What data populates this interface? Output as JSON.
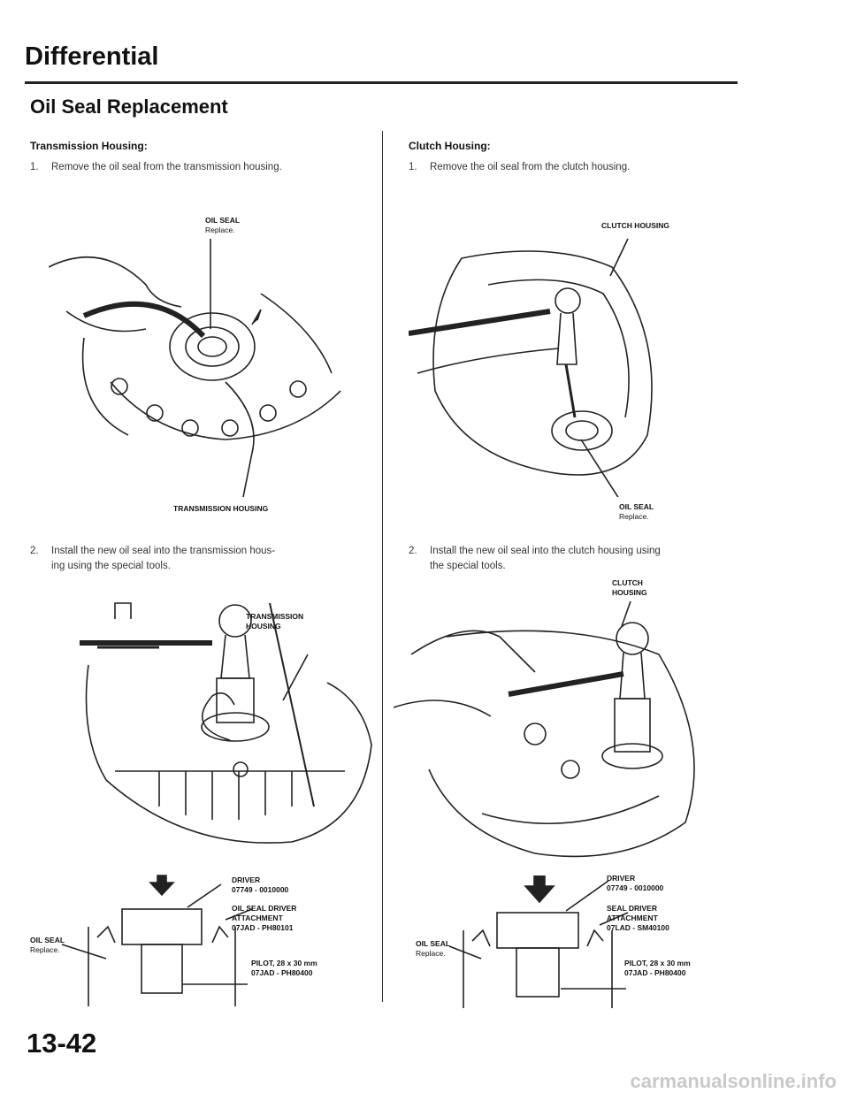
{
  "header": {
    "section": "Differential",
    "title": "Oil Seal Replacement"
  },
  "left": {
    "heading": "Transmission Housing:",
    "step1": {
      "num": "1.",
      "text": "Remove the oil seal from the transmission housing."
    },
    "fig1": {
      "label_top": "OIL SEAL",
      "label_top_sub": "Replace.",
      "label_bottom": "TRANSMISSION HOUSING"
    },
    "step2": {
      "num": "2.",
      "text": "Install the new oil seal into the transmission hous-\ning using the special tools."
    },
    "fig2": {
      "label_housing": "TRANSMISSION\nHOUSING"
    },
    "tools": {
      "driver": "DRIVER",
      "driver_pn": "07749 - 0010000",
      "attachment": "OIL SEAL DRIVER",
      "attachment2": "ATTACHMENT",
      "attachment_pn": "07JAD - PH80101",
      "pilot": "PILOT, 28 x 30 mm",
      "pilot_pn": "07JAD - PH80400",
      "seal": "OIL SEAL",
      "seal_sub": "Replace."
    }
  },
  "right": {
    "heading": "Clutch Housing:",
    "step1": {
      "num": "1.",
      "text": "Remove the oil seal from the clutch housing."
    },
    "fig1": {
      "label_top": "CLUTCH HOUSING",
      "label_bottom": "OIL SEAL",
      "label_bottom_sub": "Replace."
    },
    "step2": {
      "num": "2.",
      "text": "Install the new oil seal into the clutch housing using\nthe special tools."
    },
    "fig2": {
      "label_housing": "CLUTCH\nHOUSING"
    },
    "tools": {
      "driver": "DRIVER",
      "driver_pn": "07749 - 0010000",
      "attachment": "SEAL DRIVER",
      "attachment2": "ATTACHMENT",
      "attachment_pn": "07LAD - SM40100",
      "pilot": "PILOT, 28 x 30 mm",
      "pilot_pn": "07JAD - PH80400",
      "seal": "OIL SEAL",
      "seal_sub": "Replace."
    }
  },
  "footer": {
    "page_number": "13-42",
    "watermark": "carmanualsonline.info"
  }
}
